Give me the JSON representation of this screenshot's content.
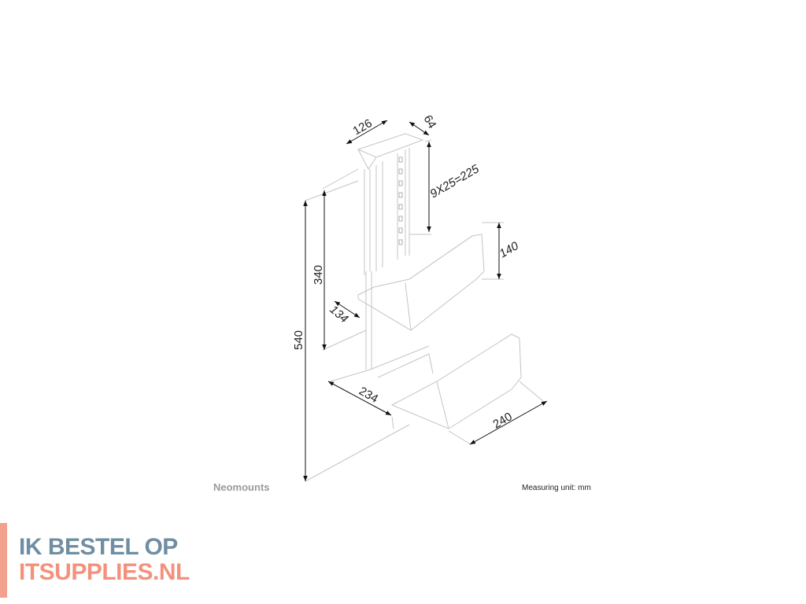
{
  "drawing": {
    "dimensions": {
      "plate_width": "126",
      "plate_depth": "64",
      "adjustment": "9X25=225",
      "side_height": "140",
      "min_height": "340",
      "max_height": "540",
      "shelf_depth": "134",
      "width_range": "234",
      "length": "240"
    },
    "line_color": "#bdbdbd",
    "dimension_color": "#111111"
  },
  "footer": {
    "brand": "Neomounts",
    "unit_note": "Measuring unit: mm"
  },
  "logo": {
    "line1": "IK BESTEL OP",
    "line2": "ITSUPPLIES.NL",
    "primary_color": "#6f8ea3",
    "accent_color": "#f4917d"
  }
}
